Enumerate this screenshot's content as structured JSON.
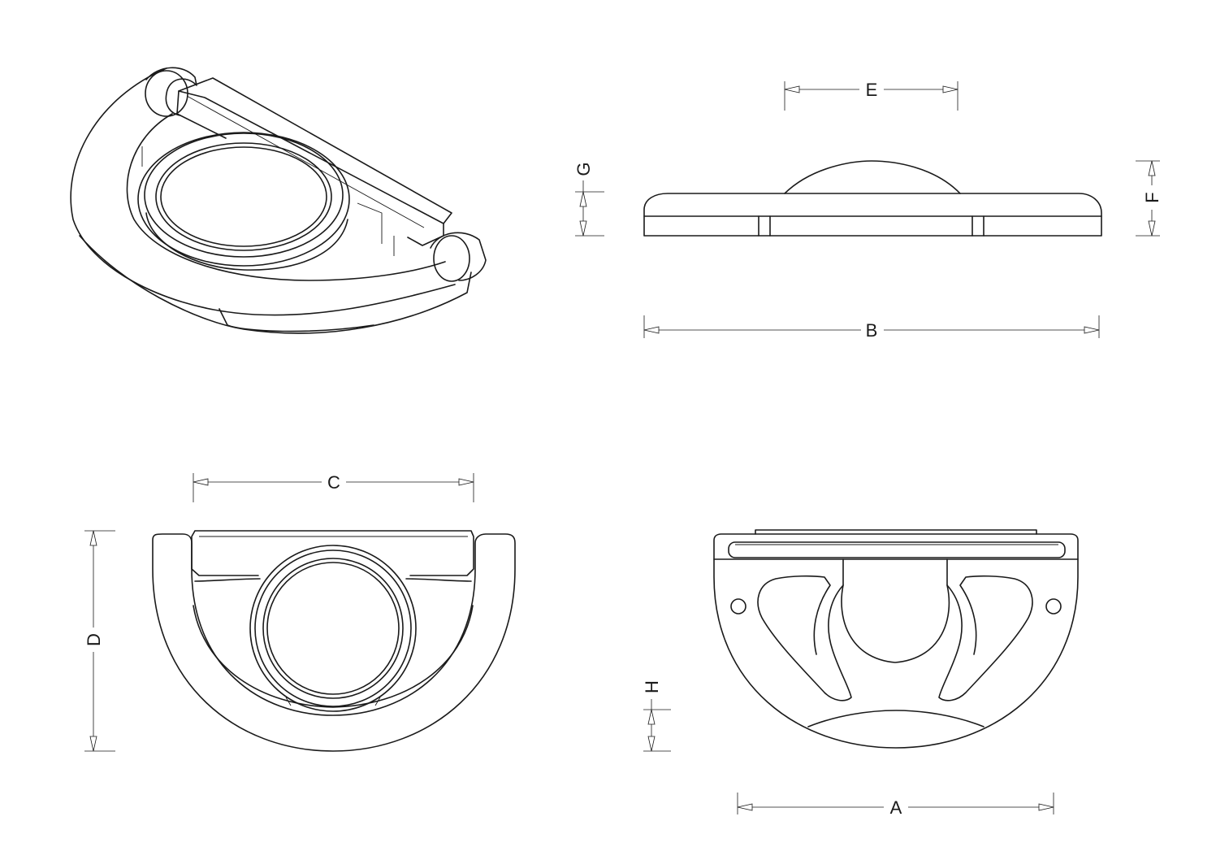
{
  "diagram": {
    "stroke_color": "#1a1a1a",
    "background": "#ffffff",
    "dimensions": {
      "A": "A",
      "B": "B",
      "C": "C",
      "D": "D",
      "E": "E",
      "F": "F",
      "G": "G",
      "H": "H"
    }
  }
}
